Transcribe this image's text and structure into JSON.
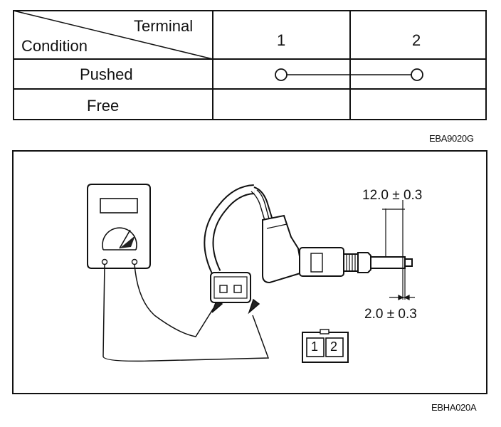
{
  "table": {
    "header_terminal": "Terminal",
    "header_condition": "Condition",
    "col1": "1",
    "col2": "2",
    "rows": [
      {
        "label": "Pushed",
        "continuity_1_2": true
      },
      {
        "label": "Free",
        "continuity_1_2": false
      }
    ]
  },
  "table_code": "EBA9020G",
  "diagram": {
    "dim_upper": "12.0 ± 0.3",
    "dim_lower": "2.0 ± 0.3",
    "connector_pins": [
      "1",
      "2"
    ]
  },
  "diagram_code": "EBHA020A"
}
